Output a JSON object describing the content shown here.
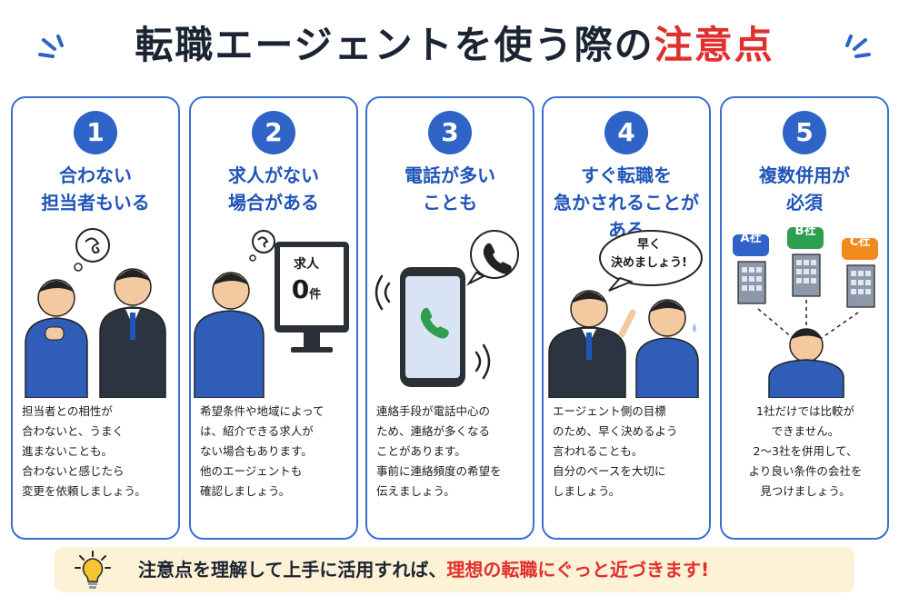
{
  "title": {
    "main": "転職エージェントを使う際の",
    "accent": "注意点"
  },
  "colors": {
    "accent_blue": "#2f63c8",
    "accent_red": "#e0302b",
    "banner_bg": "#fdf1d6"
  },
  "cards": [
    {
      "number": "1",
      "heading_line1": "合わない",
      "heading_line2": "担当者もいる",
      "body": [
        "担当者との相性が",
        "合わないと、うまく",
        "進まないことも。",
        "合わないと感じたら",
        "変更を依頼しましょう。"
      ]
    },
    {
      "number": "2",
      "heading_line1": "求人がない",
      "heading_line2": "場合がある",
      "screen_line1": "求人",
      "screen_num": "0",
      "screen_unit": "件",
      "body": [
        "希望条件や地域によって",
        "は、紹介できる求人が",
        "ない場合もあります。",
        "他のエージェントも",
        "確認しましょう。"
      ]
    },
    {
      "number": "3",
      "heading_line1": "電話が多い",
      "heading_line2": "ことも",
      "body": [
        "連絡手段が電話中心の",
        "ため、連絡が多くなる",
        "ことがあります。",
        "事前に連絡頻度の希望を",
        "伝えましょう。"
      ]
    },
    {
      "number": "4",
      "heading_line1": "すぐ転職を",
      "heading_line2": "急かされることがある",
      "bubble_line1": "早く",
      "bubble_line2": "決めましょう!",
      "body": [
        "エージェント側の目標",
        "のため、早く決めるよう",
        "言われることも。",
        "自分のペースを大切に",
        "しましょう。"
      ]
    },
    {
      "number": "5",
      "heading_line1": "複数併用が",
      "heading_line2": "必須",
      "companies": [
        "A社",
        "B社",
        "C社"
      ],
      "body": [
        "1社だけでは比較が",
        "できません。",
        "2〜3社を併用して、",
        "より良い条件の会社を",
        "見つけましょう。"
      ]
    }
  ],
  "banner": {
    "text_main": "注意点を理解して上手に活用すれば、",
    "text_accent": "理想の転職にぐっと近づきます!"
  },
  "icons": [
    "sparkle-icon",
    "phone-icon",
    "lightbulb-icon",
    "building-icon"
  ]
}
